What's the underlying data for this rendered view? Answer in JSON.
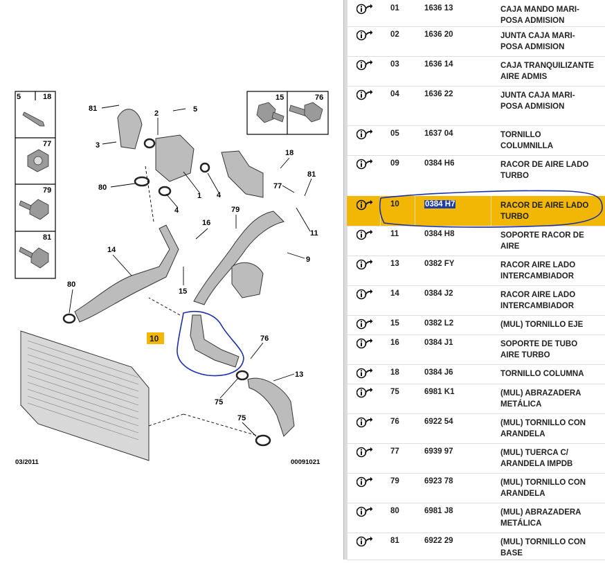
{
  "diagram": {
    "date": "03/2011",
    "ref": "00091021",
    "highlight_label": "10",
    "callouts": [
      "81",
      "2",
      "5",
      "3",
      "1",
      "4",
      "18",
      "80",
      "4",
      "77",
      "81",
      "79",
      "11",
      "16",
      "14",
      "9",
      "80",
      "15",
      "10",
      "76",
      "13",
      "75",
      "75"
    ],
    "legend_left": [
      {
        "a": "5",
        "b": "18"
      },
      {
        "a": "77"
      },
      {
        "a": "79"
      },
      {
        "a": "81"
      }
    ],
    "legend_right": {
      "a": "15",
      "b": "76"
    }
  },
  "parts": [
    {
      "num": "01",
      "code": "1636 13",
      "desc": [
        "CAJA MANDO MARI-",
        "POSA ADMISION"
      ]
    },
    {
      "num": "02",
      "code": "1636 20",
      "desc": [
        "JUNTA CAJA MARI-",
        "POSA ADMISION"
      ]
    },
    {
      "num": "03",
      "code": "1636 14",
      "desc": [
        "CAJA TRANQUILIZANTE",
        "AIRE ADMIS"
      ]
    },
    {
      "num": "04",
      "code": "1636 22",
      "desc": [
        "JUNTA CAJA MARI-",
        "POSA ADMISION"
      ]
    },
    {
      "num": "05",
      "code": "1637 04",
      "desc": [
        "TORNILLO",
        "COLUMNILLA"
      ]
    },
    {
      "num": "09",
      "code": "0384 H6",
      "desc": [
        "RACOR DE AIRE LADO",
        "TURBO"
      ]
    },
    {
      "num": "10",
      "code": "0384 H7",
      "desc": [
        "RACOR DE AIRE LADO",
        "TURBO"
      ]
    },
    {
      "num": "11",
      "code": "0384 H8",
      "desc": [
        "SOPORTE RACOR DE",
        "AIRE"
      ]
    },
    {
      "num": "13",
      "code": "0382 FY",
      "desc": [
        "RACOR AIRE LADO",
        "INTERCAMBIADOR"
      ]
    },
    {
      "num": "14",
      "code": "0384 J2",
      "desc": [
        "RACOR AIRE LADO",
        "INTERCAMBIADOR"
      ]
    },
    {
      "num": "15",
      "code": "0382 L2",
      "desc": [
        "(MUL) TORNILLO EJE"
      ]
    },
    {
      "num": "16",
      "code": "0384 J1",
      "desc": [
        "SOPORTE DE TUBO",
        "AIRE TURBO"
      ]
    },
    {
      "num": "18",
      "code": "0384 J6",
      "desc": [
        "TORNILLO COLUMNA"
      ]
    },
    {
      "num": "75",
      "code": "6981 K1",
      "desc": [
        "(MUL) ABRAZADERA",
        "METÁLICA"
      ]
    },
    {
      "num": "76",
      "code": "6922 54",
      "desc": [
        "(MUL) TORNILLO CON",
        "ARANDELA"
      ]
    },
    {
      "num": "77",
      "code": "6939 97",
      "desc": [
        "(MUL) TUERCA C/",
        "ARANDELA IMPDB"
      ]
    },
    {
      "num": "79",
      "code": "6923 78",
      "desc": [
        "(MUL) TORNILLO CON",
        "ARANDELA"
      ]
    },
    {
      "num": "80",
      "code": "6981 J8",
      "desc": [
        "(MUL) ABRAZADERA",
        "METÁLICA"
      ]
    },
    {
      "num": "81",
      "code": "6922 29",
      "desc": [
        "(MUL) TORNILLO CON",
        "BASE"
      ]
    }
  ],
  "colors": {
    "selected": "#f2b705",
    "selection_text": "#1f3fa6",
    "annotation": "#1a2fa8"
  }
}
